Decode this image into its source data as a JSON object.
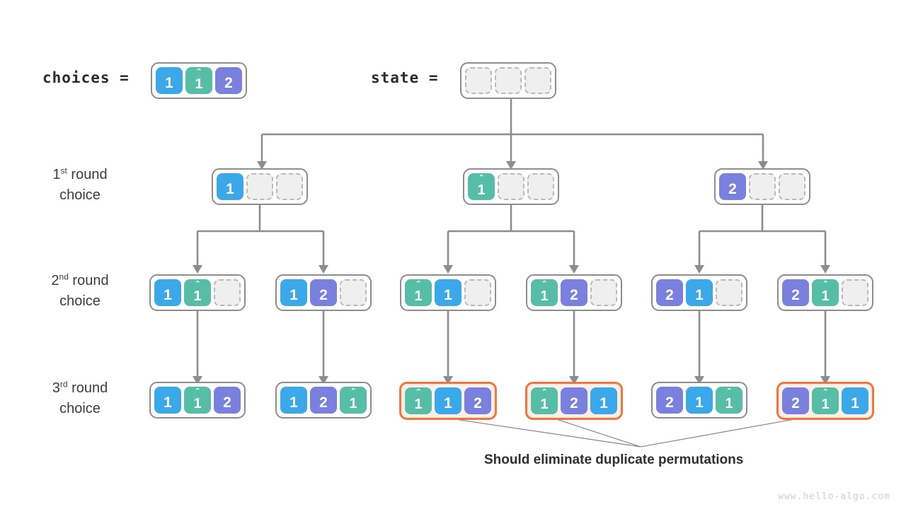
{
  "page": {
    "title": "Permutation backtracking tree with duplicate elements",
    "watermark": "www.hello-algo.com",
    "annotation": "Should eliminate duplicate permutations"
  },
  "colors": {
    "blue": "#3ba8e9",
    "teal": "#56bda6",
    "purple": "#7a80dd",
    "empty_fill": "#efefef",
    "empty_border": "#b9b9b9",
    "box_border": "#8d8d8d",
    "highlight_border": "#f0763c",
    "highlight_fill": "#fdeee8",
    "wire": "#8d8d8d",
    "leader": "#6b6b6b",
    "text": "#3c3c3c",
    "watermark": "#cfcfcf"
  },
  "header": {
    "choices_label": "choices =",
    "choices_cells": [
      {
        "value": "1",
        "color": "blue",
        "hat": false
      },
      {
        "value": "1",
        "color": "teal",
        "hat": true
      },
      {
        "value": "2",
        "color": "purple",
        "hat": false
      }
    ],
    "state_label": "state =",
    "state_cells": [
      {
        "value": "",
        "color": "empty",
        "hat": false
      },
      {
        "value": "",
        "color": "empty",
        "hat": false
      },
      {
        "value": "",
        "color": "empty",
        "hat": false
      }
    ]
  },
  "rows": [
    {
      "label_main": "1",
      "label_sup": "st",
      "label_rest": " round",
      "label_line2": "choice",
      "nodes": [
        {
          "highlight": false,
          "cells": [
            {
              "value": "1",
              "color": "blue",
              "hat": false
            },
            {
              "value": "",
              "color": "empty",
              "hat": false
            },
            {
              "value": "",
              "color": "empty",
              "hat": false
            }
          ]
        },
        {
          "highlight": false,
          "cells": [
            {
              "value": "1",
              "color": "teal",
              "hat": true
            },
            {
              "value": "",
              "color": "empty",
              "hat": false
            },
            {
              "value": "",
              "color": "empty",
              "hat": false
            }
          ]
        },
        {
          "highlight": false,
          "cells": [
            {
              "value": "2",
              "color": "purple",
              "hat": false
            },
            {
              "value": "",
              "color": "empty",
              "hat": false
            },
            {
              "value": "",
              "color": "empty",
              "hat": false
            }
          ]
        }
      ]
    },
    {
      "label_main": "2",
      "label_sup": "nd",
      "label_rest": " round",
      "label_line2": "choice",
      "nodes": [
        {
          "highlight": false,
          "cells": [
            {
              "value": "1",
              "color": "blue",
              "hat": false
            },
            {
              "value": "1",
              "color": "teal",
              "hat": true
            },
            {
              "value": "",
              "color": "empty",
              "hat": false
            }
          ]
        },
        {
          "highlight": false,
          "cells": [
            {
              "value": "1",
              "color": "blue",
              "hat": false
            },
            {
              "value": "2",
              "color": "purple",
              "hat": false
            },
            {
              "value": "",
              "color": "empty",
              "hat": false
            }
          ]
        },
        {
          "highlight": false,
          "cells": [
            {
              "value": "1",
              "color": "teal",
              "hat": true
            },
            {
              "value": "1",
              "color": "blue",
              "hat": false
            },
            {
              "value": "",
              "color": "empty",
              "hat": false
            }
          ]
        },
        {
          "highlight": false,
          "cells": [
            {
              "value": "1",
              "color": "teal",
              "hat": true
            },
            {
              "value": "2",
              "color": "purple",
              "hat": false
            },
            {
              "value": "",
              "color": "empty",
              "hat": false
            }
          ]
        },
        {
          "highlight": false,
          "cells": [
            {
              "value": "2",
              "color": "purple",
              "hat": false
            },
            {
              "value": "1",
              "color": "blue",
              "hat": false
            },
            {
              "value": "",
              "color": "empty",
              "hat": false
            }
          ]
        },
        {
          "highlight": false,
          "cells": [
            {
              "value": "2",
              "color": "purple",
              "hat": false
            },
            {
              "value": "1",
              "color": "teal",
              "hat": true
            },
            {
              "value": "",
              "color": "empty",
              "hat": false
            }
          ]
        }
      ]
    },
    {
      "label_main": "3",
      "label_sup": "rd",
      "label_rest": " round",
      "label_line2": "choice",
      "nodes": [
        {
          "highlight": false,
          "cells": [
            {
              "value": "1",
              "color": "blue",
              "hat": false
            },
            {
              "value": "1",
              "color": "teal",
              "hat": true
            },
            {
              "value": "2",
              "color": "purple",
              "hat": false
            }
          ]
        },
        {
          "highlight": false,
          "cells": [
            {
              "value": "1",
              "color": "blue",
              "hat": false
            },
            {
              "value": "2",
              "color": "purple",
              "hat": false
            },
            {
              "value": "1",
              "color": "teal",
              "hat": true
            }
          ]
        },
        {
          "highlight": true,
          "cells": [
            {
              "value": "1",
              "color": "teal",
              "hat": true
            },
            {
              "value": "1",
              "color": "blue",
              "hat": false
            },
            {
              "value": "2",
              "color": "purple",
              "hat": false
            }
          ]
        },
        {
          "highlight": true,
          "cells": [
            {
              "value": "1",
              "color": "teal",
              "hat": true
            },
            {
              "value": "2",
              "color": "purple",
              "hat": false
            },
            {
              "value": "1",
              "color": "blue",
              "hat": false
            }
          ]
        },
        {
          "highlight": false,
          "cells": [
            {
              "value": "2",
              "color": "purple",
              "hat": false
            },
            {
              "value": "1",
              "color": "blue",
              "hat": false
            },
            {
              "value": "1",
              "color": "teal",
              "hat": true
            }
          ]
        },
        {
          "highlight": true,
          "cells": [
            {
              "value": "2",
              "color": "purple",
              "hat": false
            },
            {
              "value": "1",
              "color": "teal",
              "hat": true
            },
            {
              "value": "1",
              "color": "blue",
              "hat": false
            }
          ]
        }
      ]
    }
  ]
}
